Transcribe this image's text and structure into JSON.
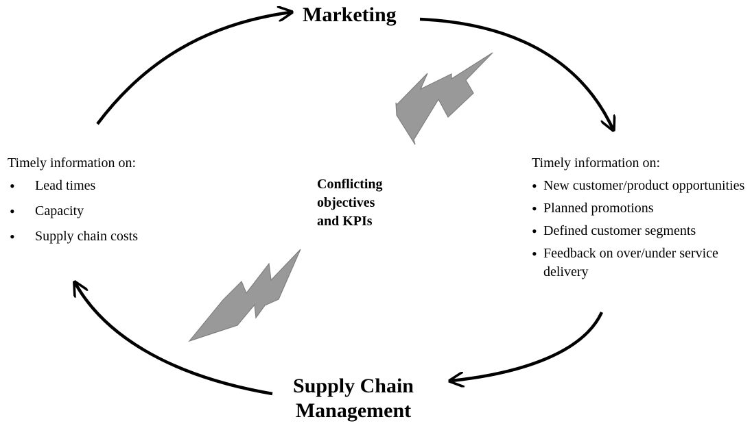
{
  "nodes": {
    "marketing": "Marketing",
    "scm": "Supply Chain Management"
  },
  "left_info": {
    "heading": "Timely information on:",
    "items": [
      "Lead times",
      "Capacity",
      "Supply chain costs"
    ]
  },
  "right_info": {
    "heading": "Timely information on:",
    "items": [
      "New customer/product opportunities",
      "Planned promotions",
      "Defined customer segments",
      "Feedback on over/under service delivery"
    ]
  },
  "center_label": [
    "Conflicting",
    "objectives",
    "and KPIs"
  ],
  "icons": {
    "bullet": "•",
    "lightning": "lightning-bolt-icon"
  },
  "colors": {
    "arrow": "#000000",
    "lightning_fill": "#999999",
    "lightning_stroke": "#7f7f7f"
  }
}
